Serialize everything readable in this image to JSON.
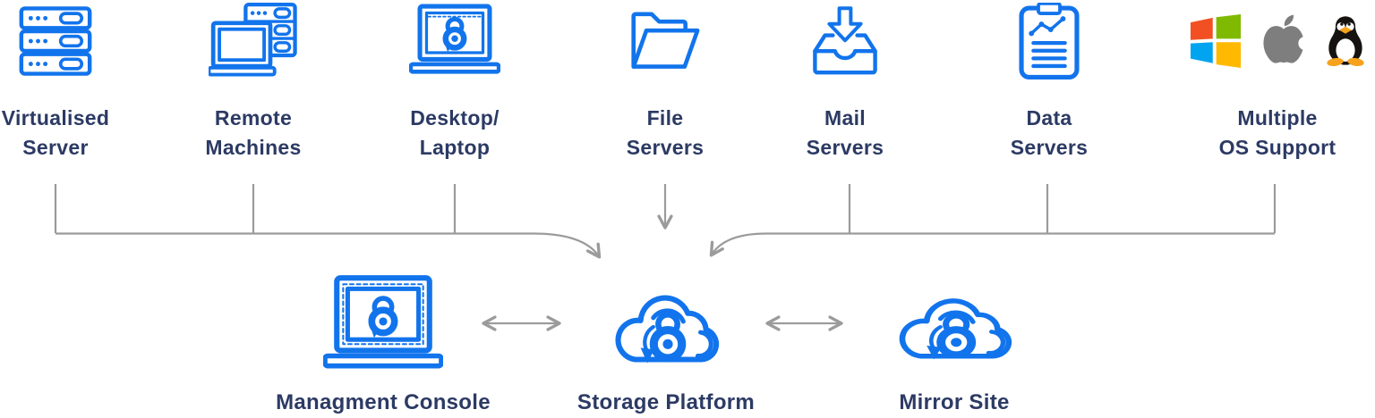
{
  "diagram": {
    "sources": [
      {
        "name": "virtualised-server",
        "line1": "Virtualised",
        "line2": "Server",
        "icon": "server-rack-icon"
      },
      {
        "name": "remote-machines",
        "line1": "Remote",
        "line2": "Machines",
        "icon": "remote-machines-icon"
      },
      {
        "name": "desktop-laptop",
        "line1": "Desktop/",
        "line2": "Laptop",
        "icon": "laptop-lock-icon"
      },
      {
        "name": "file-servers",
        "line1": "File",
        "line2": "Servers",
        "icon": "folder-icon"
      },
      {
        "name": "mail-servers",
        "line1": "Mail",
        "line2": "Servers",
        "icon": "mail-inbox-icon"
      },
      {
        "name": "data-servers",
        "line1": "Data",
        "line2": "Servers",
        "icon": "clipboard-chart-icon"
      },
      {
        "name": "multiple-os-support",
        "line1": "Multiple",
        "line2": "OS Support",
        "icons": [
          "windows-logo",
          "apple-logo",
          "linux-tux-logo"
        ]
      }
    ],
    "bottom_nodes": {
      "management_console": "Managment Console",
      "storage_platform": "Storage Platform",
      "mirror_site": "Mirror Site"
    },
    "connections": [
      {
        "from": "virtualised-server",
        "to": "storage-platform",
        "style": "gray-line"
      },
      {
        "from": "remote-machines",
        "to": "storage-platform",
        "style": "gray-line"
      },
      {
        "from": "desktop-laptop",
        "to": "storage-platform",
        "style": "gray-line"
      },
      {
        "from": "file-servers",
        "to": "storage-platform",
        "style": "gray-arrow-down"
      },
      {
        "from": "mail-servers",
        "to": "storage-platform",
        "style": "gray-line"
      },
      {
        "from": "data-servers",
        "to": "storage-platform",
        "style": "gray-line"
      },
      {
        "from": "multiple-os-support",
        "to": "storage-platform",
        "style": "gray-line"
      },
      {
        "from": "managment-console",
        "to": "storage-platform",
        "bidirectional": true
      },
      {
        "from": "storage-platform",
        "to": "mirror-site",
        "bidirectional": true
      }
    ],
    "colors": {
      "icon_blue": "#1274EC",
      "label_navy": "#2C3A64",
      "connector_gray": "#9B9B9B",
      "windows_red": "#F25022",
      "windows_green": "#7FBA00",
      "windows_blue": "#00A4EF",
      "windows_yellow": "#FFB900",
      "apple_gray": "#7E7E7E",
      "tux_black": "#15120F",
      "tux_yellow": "#F6A21D"
    }
  }
}
